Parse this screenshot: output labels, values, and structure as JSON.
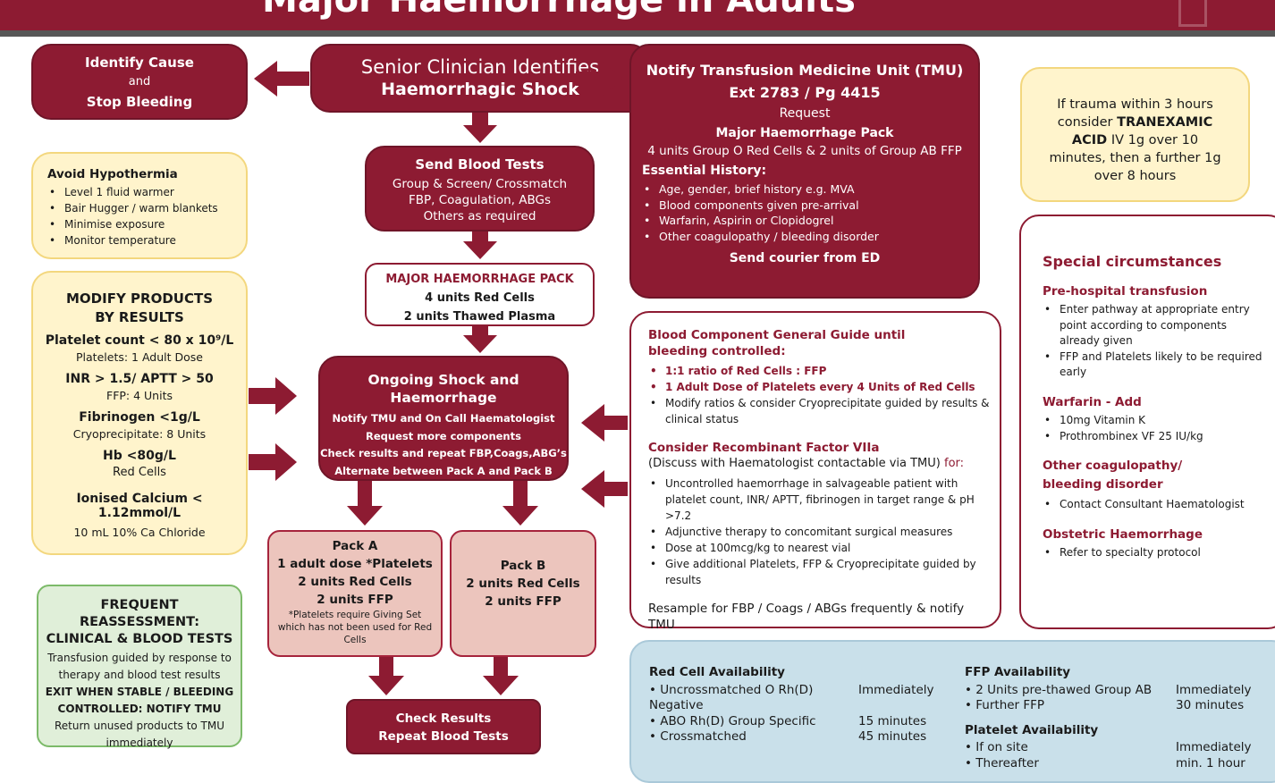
{
  "title": "Major Haemorrhage in Adults",
  "identify": {
    "l1": "Identify Cause",
    "l2": "and",
    "l3": "Stop Bleeding"
  },
  "senior": {
    "l1": "Senior Clinician Identifies",
    "l2": "Haemorrhagic Shock"
  },
  "notify": {
    "title": "Notify Transfusion Medicine Unit (TMU)",
    "ext": "Ext 2783 / Pg 4415",
    "request": "Request",
    "pack": "Major Haemorrhage Pack",
    "units": "4 units Group O Red Cells & 2 units of Group AB FFP",
    "hist_title": "Essential History:",
    "hist": [
      "Age, gender, brief history e.g. MVA",
      "Blood components given pre-arrival",
      "Warfarin, Aspirin or Clopidogrel",
      "Other coagulopathy / bleeding disorder"
    ],
    "courier": "Send courier from ED"
  },
  "trauma": {
    "l1": "If trauma within 3 hours consider ",
    "bold": "TRANEXAMIC ACID",
    "l2": " IV 1g over 10 minutes, then a further 1g over 8 hours"
  },
  "hypothermia": {
    "title": "Avoid Hypothermia",
    "items": [
      "Level 1 fluid warmer",
      "Bair Hugger / warm blankets",
      "Minimise exposure",
      "Monitor temperature"
    ]
  },
  "send": {
    "title": "Send Blood Tests",
    "l1": "Group & Screen/ Crossmatch",
    "l2": "FBP, Coagulation, ABGs",
    "l3": "Others as required"
  },
  "mhp": {
    "title": "MAJOR HAEMORRHAGE PACK",
    "l1": "4 units Red Cells",
    "l2": "2 units Thawed Plasma"
  },
  "modify": {
    "t1": "MODIFY PRODUCTS",
    "t2": "BY RESULTS",
    "plt": "Platelet count < 80 x 10⁹/L",
    "plt_s": "Platelets: 1 Adult Dose",
    "inr": "INR > 1.5/ APTT > 50",
    "inr_s": "FFP: 4 Units",
    "fib": "Fibrinogen <1g/L",
    "fib_s": "Cryoprecipitate: 8 Units",
    "hb": "Hb <80g/L",
    "hb_s": "Red Cells",
    "ca": "Ionised Calcium < 1.12mmol/L",
    "ca_s": "10 mL 10% Ca Chloride"
  },
  "ongoing": {
    "title": "Ongoing Shock and Haemorrhage",
    "l1": "Notify TMU and On Call Haematologist",
    "l2": "Request more components",
    "l3": "Check results and repeat FBP,Coags,ABG’s",
    "l4": "Alternate between Pack A and Pack B"
  },
  "packA": {
    "title": "Pack A",
    "l1": "1 adult dose *Platelets",
    "l2": "2 units Red Cells",
    "l3": "2 units FFP",
    "note": "*Platelets require Giving Set which has not been used for Red Cells"
  },
  "packB": {
    "title": "Pack B",
    "l1": "2 units Red Cells",
    "l2": "2 units FFP"
  },
  "check": {
    "l1": "Check Results",
    "l2": "Repeat Blood Tests"
  },
  "freq": {
    "t1": "FREQUENT REASSESSMENT:",
    "t2": "CLINICAL & BLOOD TESTS",
    "l1": "Transfusion guided by response to therapy and blood test results",
    "l2": "EXIT WHEN STABLE / BLEEDING CONTROLLED: NOTIFY TMU",
    "l3": "Return unused products to TMU immediately"
  },
  "guide": {
    "title": "Blood Component General Guide until bleeding controlled:",
    "red_items": [
      "1:1 ratio of Red Cells : FFP",
      "1 Adult Dose of Platelets every 4 Units of Red Cells"
    ],
    "item3": "Modify ratios & consider Cryoprecipitate guided by results & clinical status",
    "f7_title": "Consider Recombinant Factor VIIa",
    "f7_sub": "(Discuss with Haematologist contactable via TMU) ",
    "f7_for": "for:",
    "f7_items": [
      "Uncontrolled haemorrhage in salvageable patient with platelet count, INR/ APTT, fibrinogen in target range & pH >7.2",
      "Adjunctive therapy to concomitant surgical measures",
      "Dose at 100mcg/kg to nearest vial",
      "Give additional Platelets, FFP & Cryoprecipitate guided by results"
    ],
    "resample": "Resample for FBP / Coags / ABGs frequently & notify TMU"
  },
  "special": {
    "title": "Special circumstances",
    "pre_title": "Pre-hospital transfusion",
    "pre_items": [
      "Enter pathway at appropriate entry point according to components already given",
      "FFP and Platelets likely to be required early"
    ],
    "war_title": "Warfarin - Add",
    "war_items": [
      "10mg Vitamin K",
      "Prothrombinex VF 25 IU/kg"
    ],
    "coag_title": "Other coagulopathy/ bleeding disorder",
    "coag_items": [
      "Contact Consultant Haematologist"
    ],
    "obs_title": "Obstetric Haemorrhage",
    "obs_items": [
      "Refer to specialty protocol"
    ]
  },
  "avail": {
    "rc_title": "Red Cell Availability",
    "rc": [
      [
        "Uncrossmatched O Rh(D) Negative",
        "Immediately"
      ],
      [
        "ABO Rh(D) Group Specific",
        "15 minutes"
      ],
      [
        "Crossmatched",
        "45 minutes"
      ]
    ],
    "ffp_title": "FFP Availability",
    "ffp": [
      [
        "2 Units pre-thawed Group AB",
        "Immediately"
      ],
      [
        "Further FFP",
        "30 minutes"
      ]
    ],
    "plt_title": "Platelet Availability",
    "plt": [
      [
        "If on site",
        "Immediately"
      ],
      [
        "Thereafter",
        "min. 1 hour"
      ]
    ]
  }
}
